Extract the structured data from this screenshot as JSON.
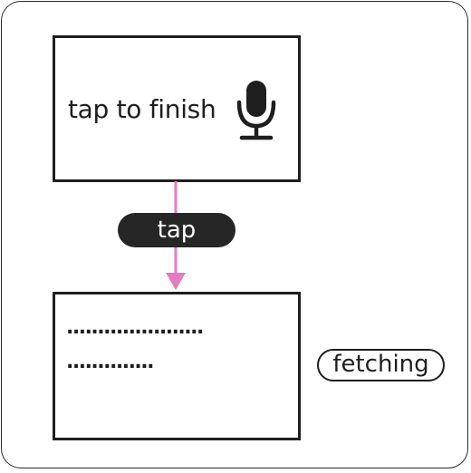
{
  "top_state": {
    "label": "tap to finish",
    "icon": "microphone-icon"
  },
  "transition": {
    "label": "tap",
    "arrow_color": "#e87ac4",
    "pill_color": "#262626"
  },
  "bottom_state": {
    "line_1": "........................",
    "line_2": "...............",
    "status": "fetching"
  }
}
